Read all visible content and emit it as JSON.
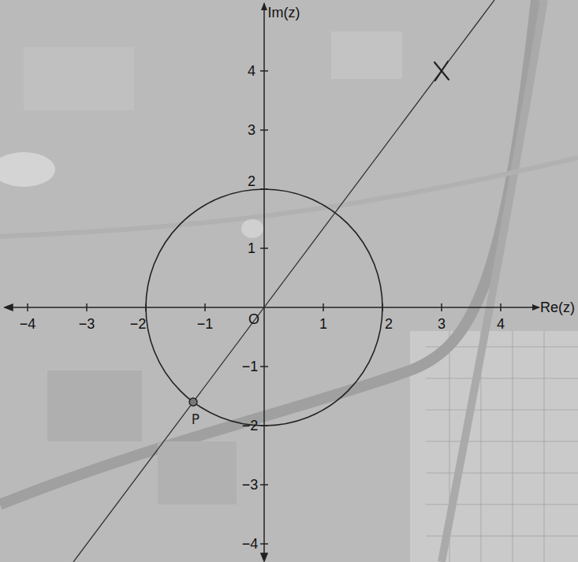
{
  "diagram": {
    "labels": [
      "Im(z)",
      "Re(z)",
      "4",
      "3",
      "2",
      "1",
      "−1",
      "−2",
      "−3",
      "−4",
      "−4",
      "−3",
      "−2",
      "−1",
      "O",
      "1",
      "2",
      "3",
      "4",
      "P"
    ]
  }
}
